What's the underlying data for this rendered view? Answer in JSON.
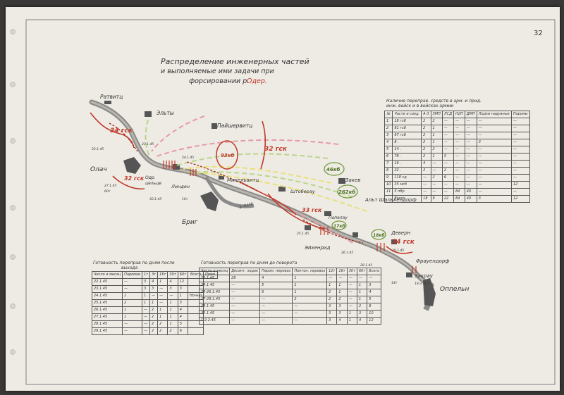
{
  "page_number": "32",
  "title": {
    "line1": "Распределение инженерных частей",
    "line2": "и выполняемые ими задачи при",
    "line3": "форсировании р.",
    "river": "Одер."
  },
  "towns": {
    "ratwitz": "Ратвитц",
    "elti": "Эльты",
    "paischerwitz": "Пайшервитц",
    "olau": "Олач",
    "odrgrenz": "Одр.",
    "odr2": "цельце",
    "linden": "Линден",
    "michelwitz": "Михельвитц",
    "brig": "Бриг",
    "schtoberau": "Штоберау",
    "popelau": "Попелау",
    "alt_schalk": "Альт Шалькендорф",
    "zakev": "Закев",
    "deverny": "Деверн",
    "eichenried": "Эйхенрид",
    "fraulendorf": "Фрауендорф",
    "zakrau": "Закрау",
    "oppeln": "Оппельн",
    "river_oder": "р. Одер"
  },
  "unit_labels": {
    "gsk34a": "34 гск",
    "gsk32a": "32 гск",
    "gsk32b": "32 гск",
    "gsk33": "33 гск",
    "gsk34b": "34 гск",
    "ksb93": "93кб",
    "ksb46": "46кб",
    "ksb262": "262кб",
    "ksb17": "17кб",
    "ksb18": "18кб"
  },
  "crossing_notes": {
    "c1": "22.1.45",
    "c2": "23.1.45",
    "c3": "24.1.45",
    "c4": "27.1.45",
    "c5": "30.1.45",
    "c6": "16т",
    "c7": "60т",
    "c8": "25.1.45",
    "c9": "26.1.45",
    "c10": "28.1.45",
    "c11": "29.1.45",
    "c12": "18 и 30 т",
    "c13": "14т"
  },
  "flotilla_table": {
    "title_line1": "Наличие переправ. средств в арм. и прид.",
    "title_line2": "инж. войск и в войсках армии",
    "headers": [
      "№",
      "Части и соед.",
      "А-3",
      "ЗМП",
      "ЛСД",
      "Н2П",
      "ДМП",
      "Лодки надувные",
      "Паромы"
    ],
    "rows": [
      [
        "1",
        "18 гсб",
        "2",
        "2",
        "—",
        "—",
        "—",
        "—",
        "—"
      ],
      [
        "2",
        "91 гсб",
        "2",
        "1",
        "—",
        "—",
        "—",
        "—",
        "—"
      ],
      [
        "3",
        "97 гсб",
        "2",
        "1",
        "—",
        "—",
        "—",
        "—",
        "—"
      ],
      [
        "4",
        "8 .",
        "2",
        "1",
        "—",
        "—",
        "—",
        "3",
        "—"
      ],
      [
        "5",
        "14 .",
        "2",
        "2",
        "—",
        "—",
        "—",
        "—",
        "—"
      ],
      [
        "6",
        "78 .",
        "2",
        "1",
        "5",
        "—",
        "—",
        "—",
        "—"
      ],
      [
        "7",
        "16 .",
        "4",
        "—",
        "—",
        "—",
        "—",
        "—",
        "—"
      ],
      [
        "8",
        "22 .",
        "2",
        "—",
        "2",
        "—",
        "—",
        "—",
        "—"
      ],
      [
        "9",
        "118 сд",
        "—",
        "2",
        "6",
        "—",
        "—",
        "—",
        "—"
      ],
      [
        "10",
        "35 мсб",
        "—",
        "—",
        "—",
        "—",
        "—",
        "—",
        "12"
      ],
      [
        "11",
        "5 пбр",
        "—",
        "—",
        "—",
        "84",
        "40",
        "—",
        "—"
      ],
      [
        "",
        "Всего",
        "18",
        "9",
        "22",
        "84",
        "40",
        "3",
        "12"
      ]
    ]
  },
  "readiness_table": {
    "title": "Готовность переправ по дням после",
    "subtitle": "выхода",
    "headers": [
      "Число и месяц",
      "Паромов",
      "1т",
      "3т",
      "16т",
      "30т",
      "60т",
      "Всего",
      "Прим."
    ],
    "rows": [
      [
        "22.1.45",
        "—",
        "3",
        "4",
        "1",
        "4",
        "12",
        ""
      ],
      [
        "23.1.45",
        "—",
        "3",
        "3",
        "—",
        "3",
        "3",
        ""
      ],
      [
        "24.1.45",
        "1",
        "1",
        "—",
        "—",
        "—",
        "1",
        "Ночью"
      ],
      [
        "25.1.45",
        "2",
        "1",
        "1",
        "—",
        "1",
        "3",
        ""
      ],
      [
        "26.1.45",
        "1",
        "—",
        "2",
        "1",
        "1",
        "4",
        ""
      ],
      [
        "27.1.45",
        "1",
        "—",
        "2",
        "1",
        "1",
        "4",
        ""
      ],
      [
        "28.1.45",
        "—",
        "—",
        "2",
        "2",
        "1",
        "5",
        ""
      ],
      [
        "29.1.45",
        "—",
        "—",
        "2",
        "2",
        "2",
        "6",
        ""
      ]
    ]
  },
  "days_table": {
    "title": "Готовность переправ по дням до поворота",
    "headers": [
      "Число и месяц",
      "Десант. лодок",
      "Паром. перевоз",
      "Понтон. перевоз",
      "12т",
      "16т",
      "30т",
      "60т",
      "Всего"
    ],
    "rows": [
      [
        "23.1.45",
        "28",
        "4",
        "1",
        "—",
        "—",
        "—",
        "—",
        "—"
      ],
      [
        "24.1.45",
        "—",
        "5",
        "1",
        "1",
        "1",
        "—",
        "1",
        "3"
      ],
      [
        "25-26.1.45",
        "—",
        "6",
        "1",
        "2",
        "1",
        "—",
        "1",
        "4"
      ],
      [
        "27-28.1.45",
        "—",
        "—",
        "2",
        "2",
        "2",
        "—",
        "1",
        "5"
      ],
      [
        "28.1.45",
        "—",
        "—",
        "—",
        "3",
        "3",
        "—",
        "2",
        "8"
      ],
      [
        "30.1.45",
        "—",
        "—",
        "—",
        "3",
        "3",
        "1",
        "3",
        "10"
      ],
      [
        "1-2.2.45",
        "—",
        "—",
        "—",
        "3",
        "4",
        "1",
        "4",
        "12"
      ]
    ]
  },
  "colors": {
    "paper": "#eeebe4",
    "ink": "#333333",
    "red": "#c0392b",
    "pink": "#e79aa6",
    "green": "#b9d58a",
    "yellow": "#e8e07a",
    "river": "#8a8a8a"
  }
}
